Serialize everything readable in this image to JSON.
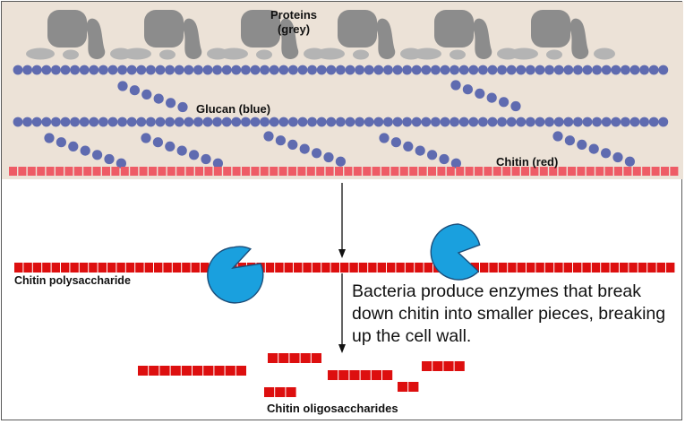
{
  "labels": {
    "proteins_line1": "Proteins",
    "proteins_line2": "(grey)",
    "glucan": "Glucan (blue)",
    "chitin": "Chitin (red)",
    "chitin_polysaccharide": "Chitin polysaccharide",
    "chitin_oligosaccharides": "Chitin oligosaccharides"
  },
  "caption": "Bacteria produce enzymes that break down chitin into smaller pieces, breaking up the cell wall.",
  "colors": {
    "cell_wall_bg": "#ece2d7",
    "protein_dark": "#8c8c8c",
    "protein_light": "#b4b4b4",
    "glucan": "#5f6bb0",
    "chitin_wall": "#ee5c66",
    "chitin": "#dd0f0f",
    "enzyme": "#1aa0de"
  },
  "icons": {
    "enzyme": "pacman-enzyme-icon",
    "arrow": "down-arrow-icon"
  }
}
